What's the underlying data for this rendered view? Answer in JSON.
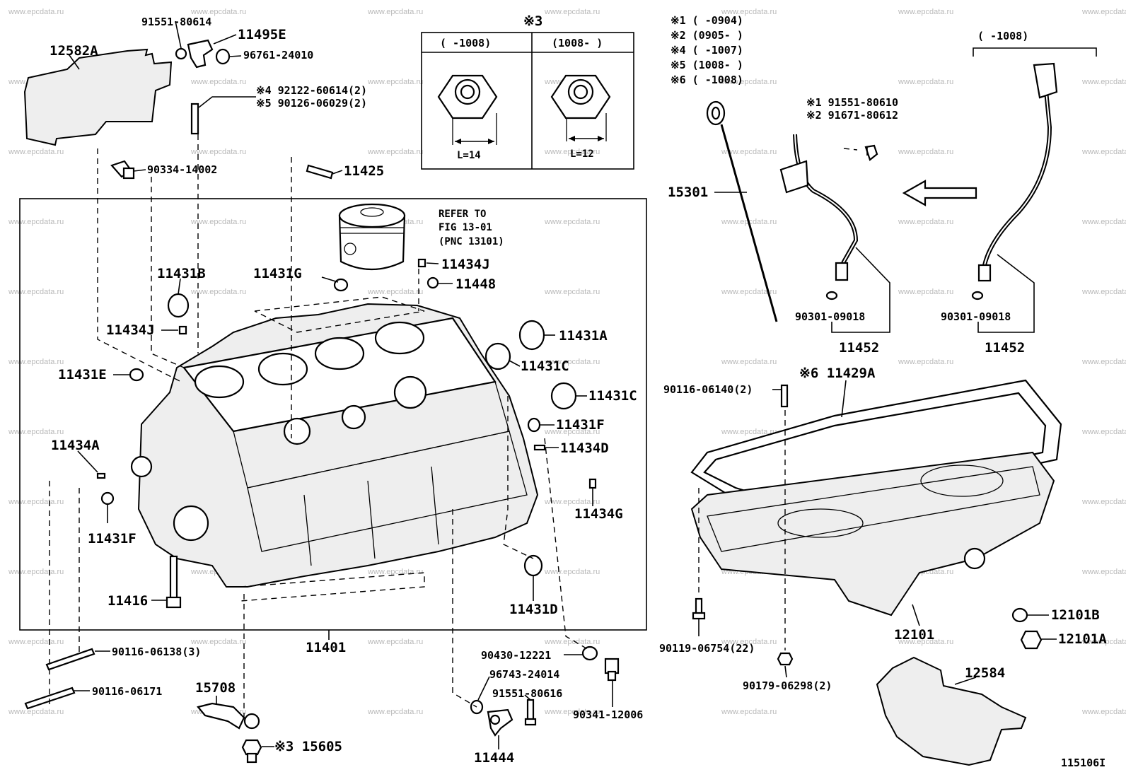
{
  "watermark": "www.epcdata.ru",
  "figure_id": "115106I",
  "inset_note3": {
    "marker": "※3",
    "col_left": "(     -1008)",
    "col_right": "(1008-     )",
    "dim_left": "L=14",
    "dim_right": "L=12"
  },
  "legend": [
    "※1 (     -0904)",
    "※2 (0905-     )",
    "※4 (     -1007)",
    "※5 (1008-     )",
    "※6 (     -1008)"
  ],
  "right_inset_range": "(     -1008)",
  "refer": {
    "line1": "REFER TO",
    "line2": "FIG 13-01",
    "line3": "(PNC 13101)"
  },
  "labels": {
    "p12582A": "12582A",
    "p91551_80614": "91551-80614",
    "p11495E": "11495E",
    "p96761_24010": "96761-24010",
    "p92122": "※4 92122-60614(2)",
    "p90126": "※5 90126-06029(2)",
    "p90334": "90334-14002",
    "p11425": "11425",
    "p11431B": "11431B",
    "p11431G": "11431G",
    "p11434J_top": "11434J",
    "p11448": "11448",
    "p11434J_left": "11434J",
    "p11431A": "11431A",
    "p11431E": "11431E",
    "p11431C_1": "11431C",
    "p11431C_2": "11431C",
    "p11431F_r": "11431F",
    "p11434A": "11434A",
    "p11434D": "11434D",
    "p11434G": "11434G",
    "p11431F_l": "11431F",
    "p11416": "11416",
    "p11431D": "11431D",
    "p11401": "11401",
    "p90116_06138": "90116-06138(3)",
    "p90116_06171": "90116-06171",
    "p15708": "15708",
    "p15605": "※3 15605",
    "p90430": "90430-12221",
    "p96743": "96743-24014",
    "p91551_80616": "91551-80616",
    "p90341": "90341-12006",
    "p11444": "11444",
    "p15301": "15301",
    "p91551_80610": "※1 91551-80610",
    "p91671_80612": "※2 91671-80612",
    "p90301_a": "90301-09018",
    "p11452_a": "11452",
    "p90301_b": "90301-09018",
    "p11452_b": "11452",
    "p90116_06140": "90116-06140(2)",
    "p11429A": "※6 11429A",
    "p90119": "90119-06754(22)",
    "p90179": "90179-06298(2)",
    "p12101": "12101",
    "p12101B": "12101B",
    "p12101A": "12101A",
    "p12584": "12584"
  }
}
